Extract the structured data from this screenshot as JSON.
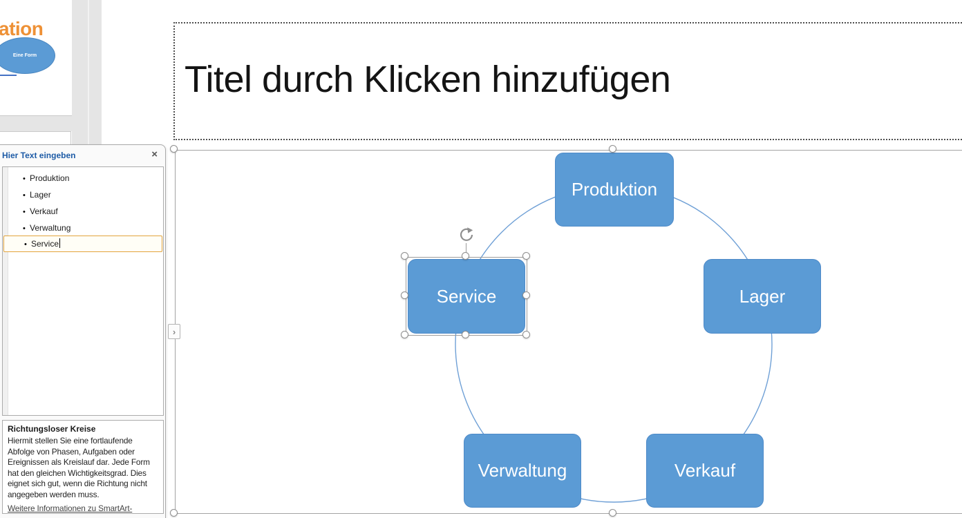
{
  "slide_panel": {
    "thumbnail_title_fragment": "ation",
    "shape_label": "Eine Form"
  },
  "slide": {
    "title_placeholder": "Titel durch Klicken hinzufügen"
  },
  "smartart": {
    "accent_color": "#5B9BD5",
    "circle_color": "#6FA0D6",
    "nodes": [
      {
        "label": "Produktion"
      },
      {
        "label": "Lager"
      },
      {
        "label": "Verkauf"
      },
      {
        "label": "Verwaltung"
      },
      {
        "label": "Service"
      }
    ]
  },
  "text_pane": {
    "header": "Hier Text eingeben",
    "close_glyph": "×",
    "bullet_glyph": "•",
    "expand_chevron": "›",
    "items": [
      "Produktion",
      "Lager",
      "Verkauf",
      "Verwaltung",
      "Service"
    ],
    "selected_item": "Service",
    "description": {
      "title": "Richtungsloser Kreise",
      "body": "Hiermit stellen Sie eine fortlaufende Abfolge von Phasen, Aufgaben oder Ereignissen als Kreislauf dar. Jede Form hat den gleichen Wichtigkeitsgrad. Dies eignet sich gut, wenn die Richtung nicht angegeben werden muss.",
      "link": "Weitere Informationen zu SmartArt-Grafiken"
    }
  }
}
